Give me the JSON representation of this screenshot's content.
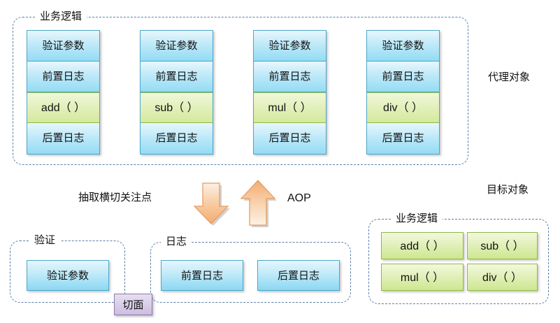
{
  "diagram": {
    "title_hidden": "",
    "proxy_group": {
      "label": "业务逻辑",
      "outside_label": "代理对象",
      "columns": [
        {
          "name": "add-column",
          "cells": [
            {
              "text": "验证参数",
              "kind": "blue"
            },
            {
              "text": "前置日志",
              "kind": "blue"
            },
            {
              "text": "add（ ）",
              "kind": "green"
            },
            {
              "text": "后置日志",
              "kind": "blue"
            }
          ]
        },
        {
          "name": "sub-column",
          "cells": [
            {
              "text": "验证参数",
              "kind": "blue"
            },
            {
              "text": "前置日志",
              "kind": "blue"
            },
            {
              "text": "sub（ ）",
              "kind": "green"
            },
            {
              "text": "后置日志",
              "kind": "blue"
            }
          ]
        },
        {
          "name": "mul-column",
          "cells": [
            {
              "text": "验证参数",
              "kind": "blue"
            },
            {
              "text": "前置日志",
              "kind": "blue"
            },
            {
              "text": "mul（ ）",
              "kind": "green"
            },
            {
              "text": "后置日志",
              "kind": "blue"
            }
          ]
        },
        {
          "name": "div-column",
          "cells": [
            {
              "text": "验证参数",
              "kind": "blue"
            },
            {
              "text": "前置日志",
              "kind": "blue"
            },
            {
              "text": "div（ ）",
              "kind": "green"
            },
            {
              "text": "后置日志",
              "kind": "blue"
            }
          ]
        }
      ]
    },
    "middle": {
      "extract_label": "抽取横切关注点",
      "aop_label": "AOP",
      "down_arrow_name": "down-arrow",
      "up_arrow_name": "up-arrow"
    },
    "validate_group": {
      "label": "验证",
      "boxes": [
        "验证参数"
      ]
    },
    "log_group": {
      "label": "日志",
      "boxes": [
        "前置日志",
        "后置日志"
      ]
    },
    "aspect_badge": "切面",
    "target_group": {
      "outside_label": "目标对象",
      "label": "业务逻辑",
      "boxes": [
        "add（ ）",
        "sub（ ）",
        "mul（ ）",
        "div（ ）"
      ]
    },
    "colors": {
      "blue_fill": "#bfe9f8",
      "blue_border": "#4ea6c8",
      "green_fill": "#e2f0bb",
      "green_border": "#8fb94a",
      "dashed_border": "#5b7fa6",
      "arrow_fill": "#f6c49a",
      "arrow_border": "#e08a48",
      "aspect_fill": "#d9cde8",
      "aspect_border": "#8b79ac",
      "text": "#111111",
      "background": "#ffffff"
    }
  }
}
